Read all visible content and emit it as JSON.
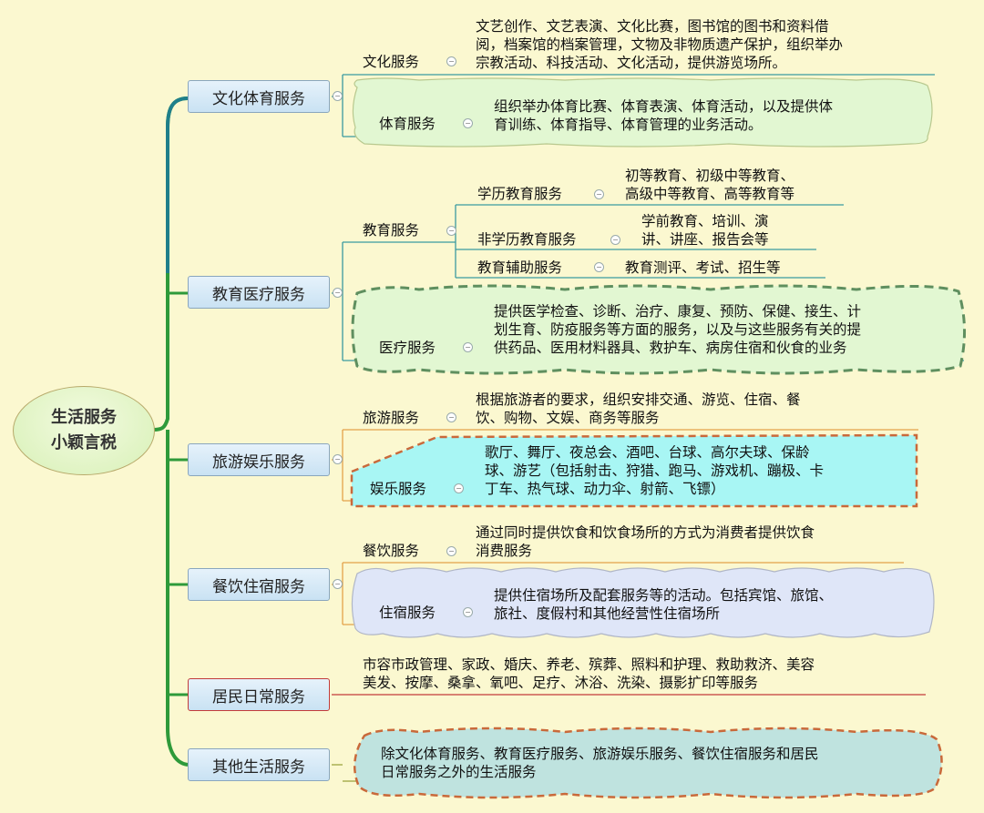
{
  "root": {
    "line1": "生活服务",
    "line2": "小颖言税"
  },
  "categories": [
    {
      "label": "文化体育服务",
      "items": [
        {
          "label": "文化服务",
          "desc": [
            "文艺创作、文艺表演、文化比赛，图书馆的图书和资料借",
            "阅，档案馆的档案管理，文物及非物质遗产保护，组织举办",
            "宗教活动、科技活动、文化活动，提供游览场所。"
          ]
        },
        {
          "label": "体育服务",
          "desc": [
            "组织举办体育比赛、体育表演、体育活动，以及提供体",
            "育训练、体育指导、体育管理的业务活动。"
          ]
        }
      ]
    },
    {
      "label": "教育医疗服务",
      "items": [
        {
          "label": "教育服务",
          "subitems": [
            {
              "label": "学历教育服务",
              "desc": [
                "初等教育、初级中等教育、",
                "高级中等教育、高等教育等"
              ]
            },
            {
              "label": "非学历教育服务",
              "desc": [
                "学前教育、培训、演",
                "讲、讲座、报告会等"
              ]
            },
            {
              "label": "教育辅助服务",
              "desc": [
                "教育测评、考试、招生等"
              ]
            }
          ]
        },
        {
          "label": "医疗服务",
          "desc": [
            "提供医学检查、诊断、治疗、康复、预防、保健、接生、计",
            "划生育、防疫服务等方面的服务，以及与这些服务有关的提",
            "供药品、医用材料器具、救护车、病房住宿和伙食的业务"
          ]
        }
      ]
    },
    {
      "label": "旅游娱乐服务",
      "items": [
        {
          "label": "旅游服务",
          "desc": [
            "根据旅游者的要求，组织安排交通、游览、住宿、餐",
            "饮、购物、文娱、商务等服务"
          ]
        },
        {
          "label": "娱乐服务",
          "desc": [
            "歌厅、舞厅、夜总会、酒吧、台球、高尔夫球、保龄",
            "球、游艺（包括射击、狩猎、跑马、游戏机、蹦极、卡",
            "丁车、热气球、动力伞、射箭、飞镖）"
          ]
        }
      ]
    },
    {
      "label": "餐饮住宿服务",
      "items": [
        {
          "label": "餐饮服务",
          "desc": [
            "通过同时提供饮食和饮食场所的方式为消费者提供饮食",
            "消费服务"
          ]
        },
        {
          "label": "住宿服务",
          "desc": [
            "提供住宿场所及配套服务等的活动。包括宾馆、旅馆、",
            "旅社、度假村和其他经营性住宿场所"
          ]
        }
      ]
    },
    {
      "label": "居民日常服务",
      "desc": [
        "市容市政管理、家政、婚庆、养老、殡葬、照料和护理、救助救济、美容",
        "美发、按摩、桑拿、氧吧、足疗、沐浴、洗染、摄影扩印等服务"
      ]
    },
    {
      "label": "其他生活服务",
      "desc": [
        "除文化体育服务、教育医疗服务、旅游娱乐服务、餐饮住宿服务和居民",
        "日常服务之外的生活服务"
      ]
    }
  ],
  "colors": {
    "background": "#fbf8d0",
    "trunk_green": "#2e9a3a",
    "trunk_teal": "#1f7f8a",
    "line_teal": "#3a9aa0",
    "line_orange": "#e3a24a",
    "line_red": "#c23b3b",
    "line_olive": "#9aa23a",
    "bubble_green": "#e2f7d2",
    "bubble_cyan": "#a8f6f4",
    "bubble_lavender": "#dfe6f8",
    "bubble_teal": "#bfe3df",
    "dash_green": "#5f8f5f",
    "dash_orange": "#c9693a"
  },
  "icons": {
    "collapse": "collapse-minus-icon"
  }
}
